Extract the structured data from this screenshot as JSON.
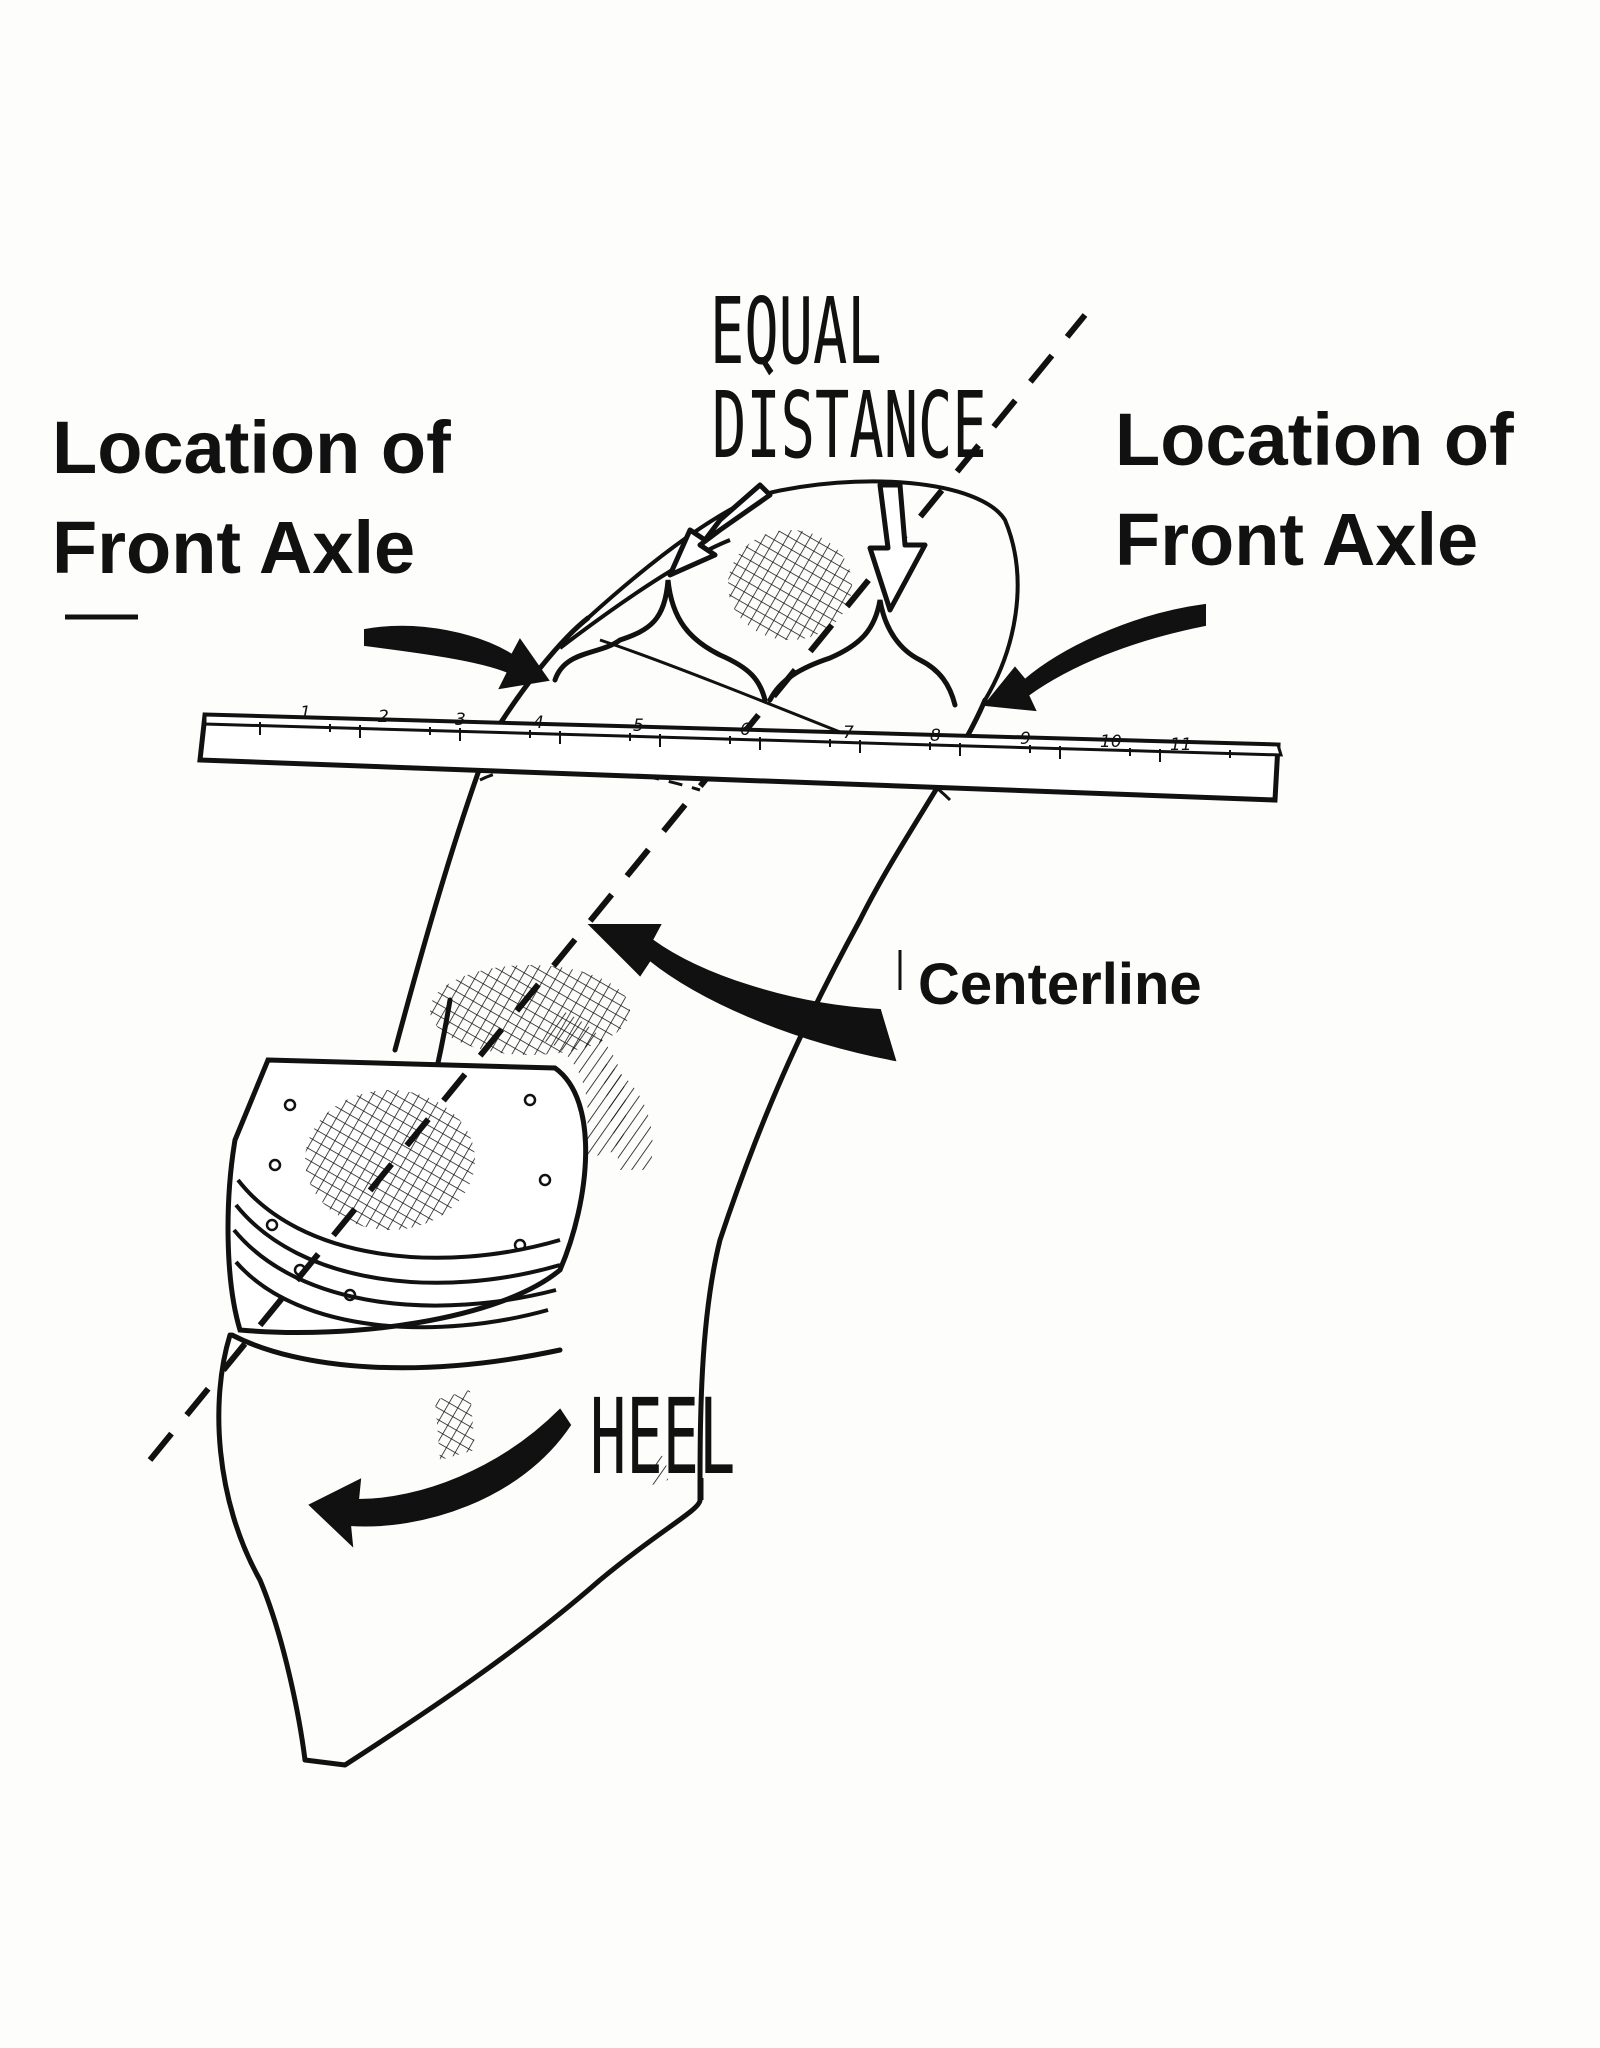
{
  "labels": {
    "front_axle_left_line1": "Location of",
    "front_axle_left_line2": "Front Axle",
    "front_axle_right_line1": "Location of",
    "front_axle_right_line2": "Front Axle",
    "equal_line1": "EQUAL",
    "equal_line2": "DISTANCE",
    "centerline": "Centerline",
    "heel": "HEEL"
  },
  "ruler": {
    "numbers": [
      "1",
      "2",
      "3",
      "4",
      "5",
      "6",
      "7",
      "8",
      "9",
      "10",
      "11"
    ]
  },
  "colors": {
    "ink": "#111111",
    "paper": "#fdfdfb"
  }
}
